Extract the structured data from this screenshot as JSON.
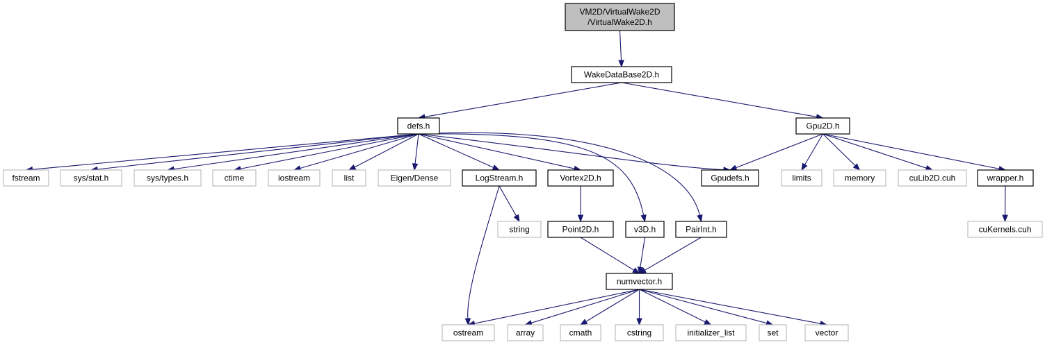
{
  "nodes": [
    {
      "id": "root",
      "lines": [
        "VM2D/VirtualWake2D",
        "/VirtualWake2D.h"
      ],
      "kind": "root"
    },
    {
      "id": "wakedatabase2d",
      "lines": [
        "WakeDataBase2D.h"
      ],
      "kind": "local"
    },
    {
      "id": "defs",
      "lines": [
        "defs.h"
      ],
      "kind": "local"
    },
    {
      "id": "gpu2d",
      "lines": [
        "Gpu2D.h"
      ],
      "kind": "local"
    },
    {
      "id": "fstream",
      "lines": [
        "fstream"
      ],
      "kind": "ext"
    },
    {
      "id": "sysstat",
      "lines": [
        "sys/stat.h"
      ],
      "kind": "ext"
    },
    {
      "id": "systypes",
      "lines": [
        "sys/types.h"
      ],
      "kind": "ext"
    },
    {
      "id": "ctime",
      "lines": [
        "ctime"
      ],
      "kind": "ext"
    },
    {
      "id": "iostream",
      "lines": [
        "iostream"
      ],
      "kind": "ext"
    },
    {
      "id": "list",
      "lines": [
        "list"
      ],
      "kind": "ext"
    },
    {
      "id": "eigendense",
      "lines": [
        "Eigen/Dense"
      ],
      "kind": "ext"
    },
    {
      "id": "logstream",
      "lines": [
        "LogStream.h"
      ],
      "kind": "local"
    },
    {
      "id": "vortex2d",
      "lines": [
        "Vortex2D.h"
      ],
      "kind": "local"
    },
    {
      "id": "gpudefs",
      "lines": [
        "Gpudefs.h"
      ],
      "kind": "local"
    },
    {
      "id": "limits",
      "lines": [
        "limits"
      ],
      "kind": "ext"
    },
    {
      "id": "memory",
      "lines": [
        "memory"
      ],
      "kind": "ext"
    },
    {
      "id": "culib2d",
      "lines": [
        "cuLib2D.cuh"
      ],
      "kind": "ext"
    },
    {
      "id": "wrapper",
      "lines": [
        "wrapper.h"
      ],
      "kind": "local"
    },
    {
      "id": "string",
      "lines": [
        "string"
      ],
      "kind": "ext"
    },
    {
      "id": "point2d",
      "lines": [
        "Point2D.h"
      ],
      "kind": "local"
    },
    {
      "id": "v3d",
      "lines": [
        "v3D.h"
      ],
      "kind": "local"
    },
    {
      "id": "pairint",
      "lines": [
        "PairInt.h"
      ],
      "kind": "local"
    },
    {
      "id": "cukernels",
      "lines": [
        "cuKernels.cuh"
      ],
      "kind": "ext"
    },
    {
      "id": "numvector",
      "lines": [
        "numvector.h"
      ],
      "kind": "local"
    },
    {
      "id": "ostream",
      "lines": [
        "ostream"
      ],
      "kind": "ext"
    },
    {
      "id": "array",
      "lines": [
        "array"
      ],
      "kind": "ext"
    },
    {
      "id": "cmath",
      "lines": [
        "cmath"
      ],
      "kind": "ext"
    },
    {
      "id": "cstring",
      "lines": [
        "cstring"
      ],
      "kind": "ext"
    },
    {
      "id": "initializer_list",
      "lines": [
        "initializer_list"
      ],
      "kind": "ext"
    },
    {
      "id": "set",
      "lines": [
        "set"
      ],
      "kind": "ext"
    },
    {
      "id": "vector",
      "lines": [
        "vector"
      ],
      "kind": "ext"
    }
  ],
  "edges": [
    [
      "root",
      "wakedatabase2d"
    ],
    [
      "wakedatabase2d",
      "defs"
    ],
    [
      "wakedatabase2d",
      "gpu2d"
    ],
    [
      "defs",
      "fstream"
    ],
    [
      "defs",
      "sysstat"
    ],
    [
      "defs",
      "systypes"
    ],
    [
      "defs",
      "ctime"
    ],
    [
      "defs",
      "iostream"
    ],
    [
      "defs",
      "list"
    ],
    [
      "defs",
      "eigendense"
    ],
    [
      "defs",
      "logstream"
    ],
    [
      "defs",
      "vortex2d"
    ],
    [
      "defs",
      "gpudefs"
    ],
    [
      "defs",
      "v3d"
    ],
    [
      "defs",
      "pairint"
    ],
    [
      "gpu2d",
      "gpudefs"
    ],
    [
      "gpu2d",
      "limits"
    ],
    [
      "gpu2d",
      "memory"
    ],
    [
      "gpu2d",
      "culib2d"
    ],
    [
      "gpu2d",
      "wrapper"
    ],
    [
      "logstream",
      "string"
    ],
    [
      "logstream",
      "ostream"
    ],
    [
      "vortex2d",
      "point2d"
    ],
    [
      "wrapper",
      "cukernels"
    ],
    [
      "point2d",
      "numvector"
    ],
    [
      "v3d",
      "numvector"
    ],
    [
      "pairint",
      "numvector"
    ],
    [
      "numvector",
      "ostream"
    ],
    [
      "numvector",
      "array"
    ],
    [
      "numvector",
      "cmath"
    ],
    [
      "numvector",
      "cstring"
    ],
    [
      "numvector",
      "initializer_list"
    ],
    [
      "numvector",
      "set"
    ],
    [
      "numvector",
      "vector"
    ]
  ],
  "colors": {
    "edge": "#191970",
    "root_fill": "#bfbfbf",
    "local_border": "#000000",
    "external_border": "#bfbfbf"
  }
}
